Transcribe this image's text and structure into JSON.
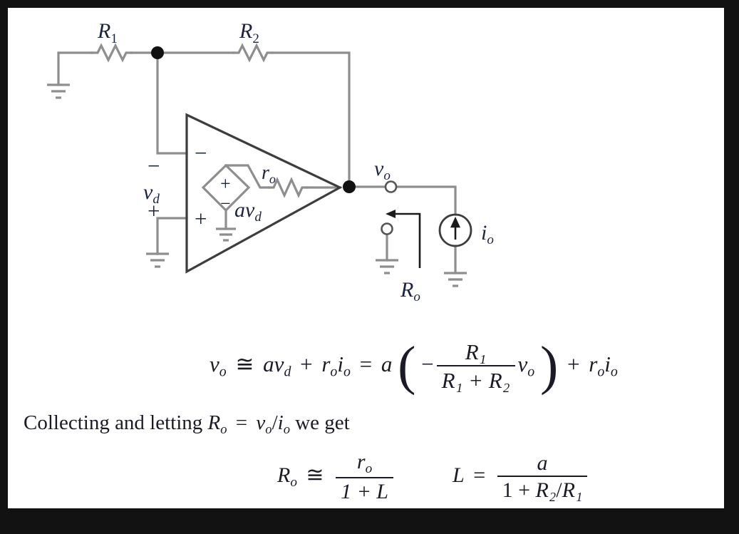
{
  "figure": {
    "title": "op-amp-output-resistance-circuit",
    "labels": {
      "r1": "R₁",
      "r2": "R₂",
      "vd": "v_d",
      "avd": "av_d",
      "ro_small": "r_o",
      "vo": "v_o",
      "io": "i_o",
      "Ro": "R_o",
      "minus": "−",
      "plus": "+"
    },
    "components": [
      {
        "name": "resistor-r1",
        "label": "R1"
      },
      {
        "name": "resistor-r2",
        "label": "R2"
      },
      {
        "name": "opamp-triangle",
        "label": "op amp"
      },
      {
        "name": "dependent-voltage-source",
        "label": "avd"
      },
      {
        "name": "resistor-ro",
        "label": "ro"
      },
      {
        "name": "current-source",
        "label": "io"
      },
      {
        "name": "ground-symbol",
        "label": "ground"
      }
    ],
    "colors": {
      "wire": "#8e8e8e",
      "outline": "#3a3a3a",
      "label": "#1b2340",
      "node": "#101010",
      "background": "#ffffff",
      "border": "#121212"
    }
  },
  "equations": {
    "eq1": {
      "lhs_v": "v",
      "lhs_sub": "o",
      "rel": "≅",
      "a": "a",
      "vd_v": "v",
      "vd_sub": "d",
      "plus": "+",
      "ro_r": "r",
      "ro_sub": "o",
      "io_i": "i",
      "io_sub": "o",
      "equals": "=",
      "a2": "a",
      "minus": "−",
      "frac_num": "R₁",
      "frac_den": "R₁ + R₂",
      "vo_tail_v": "v",
      "vo_tail_sub": "o",
      "plus2": "+",
      "ro2_r": "r",
      "ro2_sub": "o",
      "io2_i": "i",
      "io2_sub": "o"
    },
    "collecting": {
      "text_before": "Collecting and letting",
      "R": "R",
      "R_sub": "o",
      "equals": "=",
      "v": "v",
      "v_sub": "o",
      "slash": "/",
      "i": "i",
      "i_sub": "o",
      "text_after": "we get"
    },
    "eq3": {
      "Ro_R": "R",
      "Ro_sub": "o",
      "rel": "≅",
      "num_r": "r",
      "num_sub": "o",
      "den": "1 + L",
      "L": "L",
      "equals": "=",
      "num2": "a",
      "den2_one": "1 + ",
      "den2_R2": "R₂",
      "den2_slash": "/",
      "den2_R1": "R₁"
    }
  }
}
